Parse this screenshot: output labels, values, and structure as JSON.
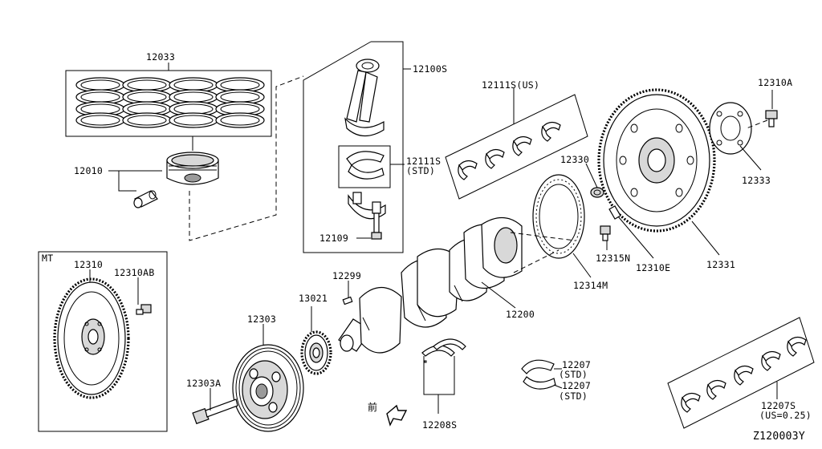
{
  "diagram_id": "Z120003Y",
  "boxes": {
    "mt": "MT"
  },
  "callouts": {
    "p12033": "12033",
    "p12010": "12010",
    "p12100s": "12100S",
    "p12111s_std": "12111S",
    "p12111s_std_note": "(STD)",
    "p12109": "12109",
    "p12111s_us": "12111S(US)",
    "p12310a": "12310A",
    "p12333": "12333",
    "p12330": "12330",
    "p12331": "12331",
    "p12315n": "12315N",
    "p12310e": "12310E",
    "p12314m": "12314M",
    "p12200": "12200",
    "p12299": "12299",
    "p13021": "13021",
    "p12303": "12303",
    "p12303a": "12303A",
    "p12310": "12310",
    "p12310ab": "12310AB",
    "p12208s": "12208S",
    "p12207_a": "12207",
    "p12207_a_note": "(STD)",
    "p12207_b": "12207",
    "p12207_b_note": "(STD)",
    "p12207s": "12207S",
    "p12207s_note": "(US=0.25)"
  },
  "direction_marker": "前"
}
